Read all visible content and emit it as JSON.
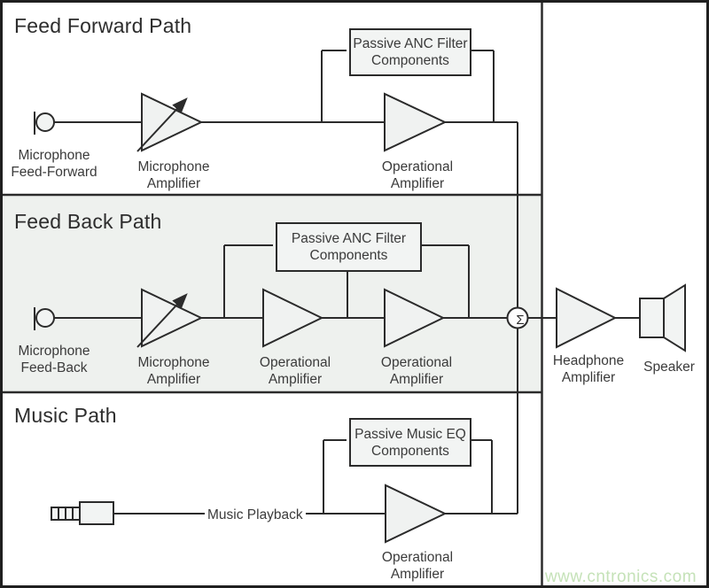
{
  "feed_forward": {
    "title": "Feed Forward Path",
    "source": "Microphone\nFeed-Forward",
    "mic_amp": "Microphone\nAmplifier",
    "filter_box": "Passive ANC Filter\nComponents",
    "op_amp": "Operational\nAmplifier"
  },
  "feed_back": {
    "title": "Feed Back Path",
    "source": "Microphone\nFeed-Back",
    "mic_amp": "Microphone\nAmplifier",
    "filter_box": "Passive ANC Filter\nComponents",
    "op_amp_1": "Operational\nAmplifier",
    "op_amp_2": "Operational\nAmplifier"
  },
  "music": {
    "title": "Music Path",
    "playback": "Music Playback",
    "eq_box": "Passive Music EQ\nComponents",
    "op_amp": "Operational\nAmplifier"
  },
  "output": {
    "summing_symbol": "Σ",
    "headphone_amp": "Headphone\nAmplifier",
    "speaker": "Speaker"
  },
  "watermark": "www.cntronics.com",
  "colors": {
    "line": "#2b2b2b",
    "shape_fill": "#f2f4f3",
    "feedback_section_fill": "#eef1ee",
    "watermark_green": "#c5e2b8"
  }
}
